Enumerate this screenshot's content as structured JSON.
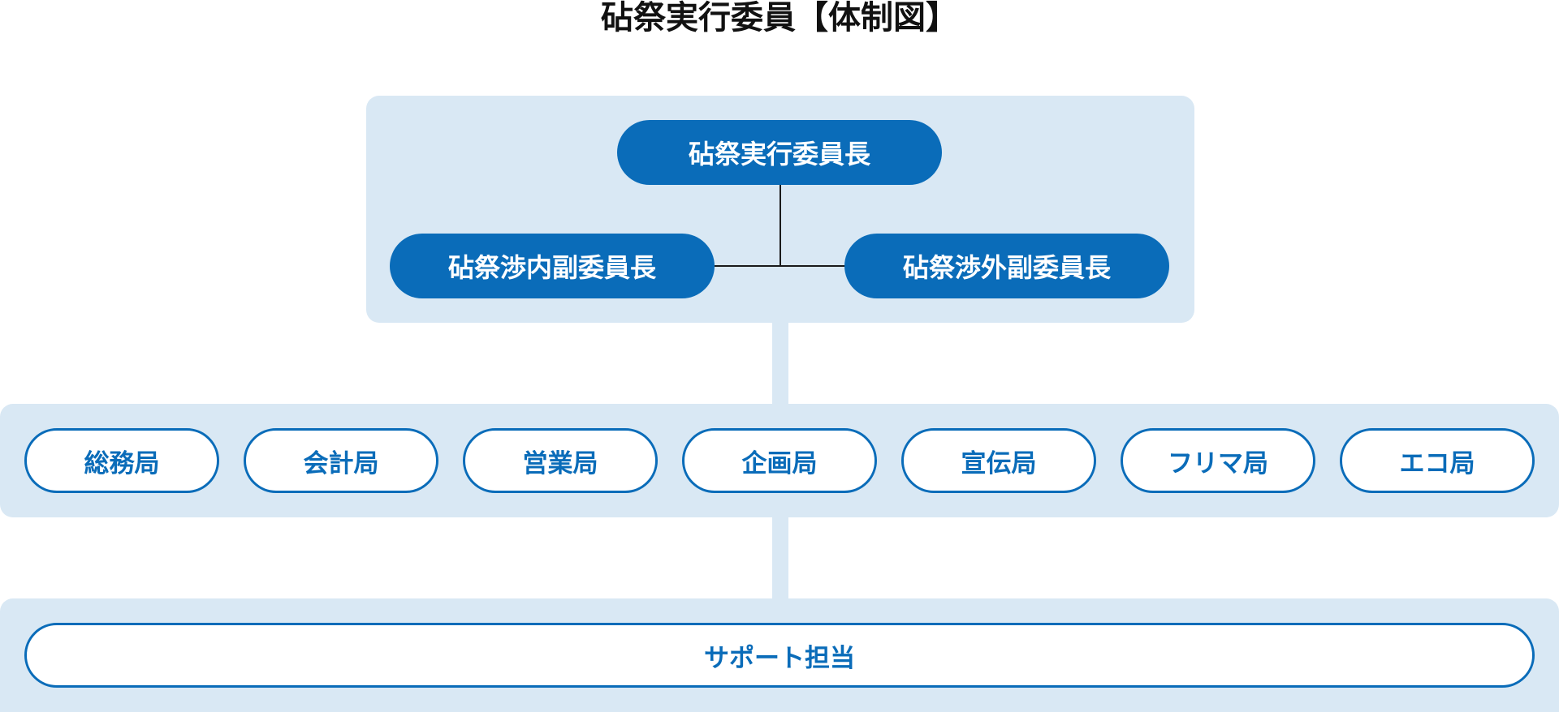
{
  "title": "砧祭実行委員【体制図】",
  "leadership": {
    "chair": "砧祭実行委員長",
    "vice_internal": "砧祭渉内副委員長",
    "vice_external": "砧祭渉外副委員長"
  },
  "bureaus": [
    "総務局",
    "会計局",
    "営業局",
    "企画局",
    "宣伝局",
    "フリマ局",
    "エコ局"
  ],
  "support": "サポート担当",
  "colors": {
    "primary": "#0a6cb9",
    "panel": "#d9e8f4"
  }
}
